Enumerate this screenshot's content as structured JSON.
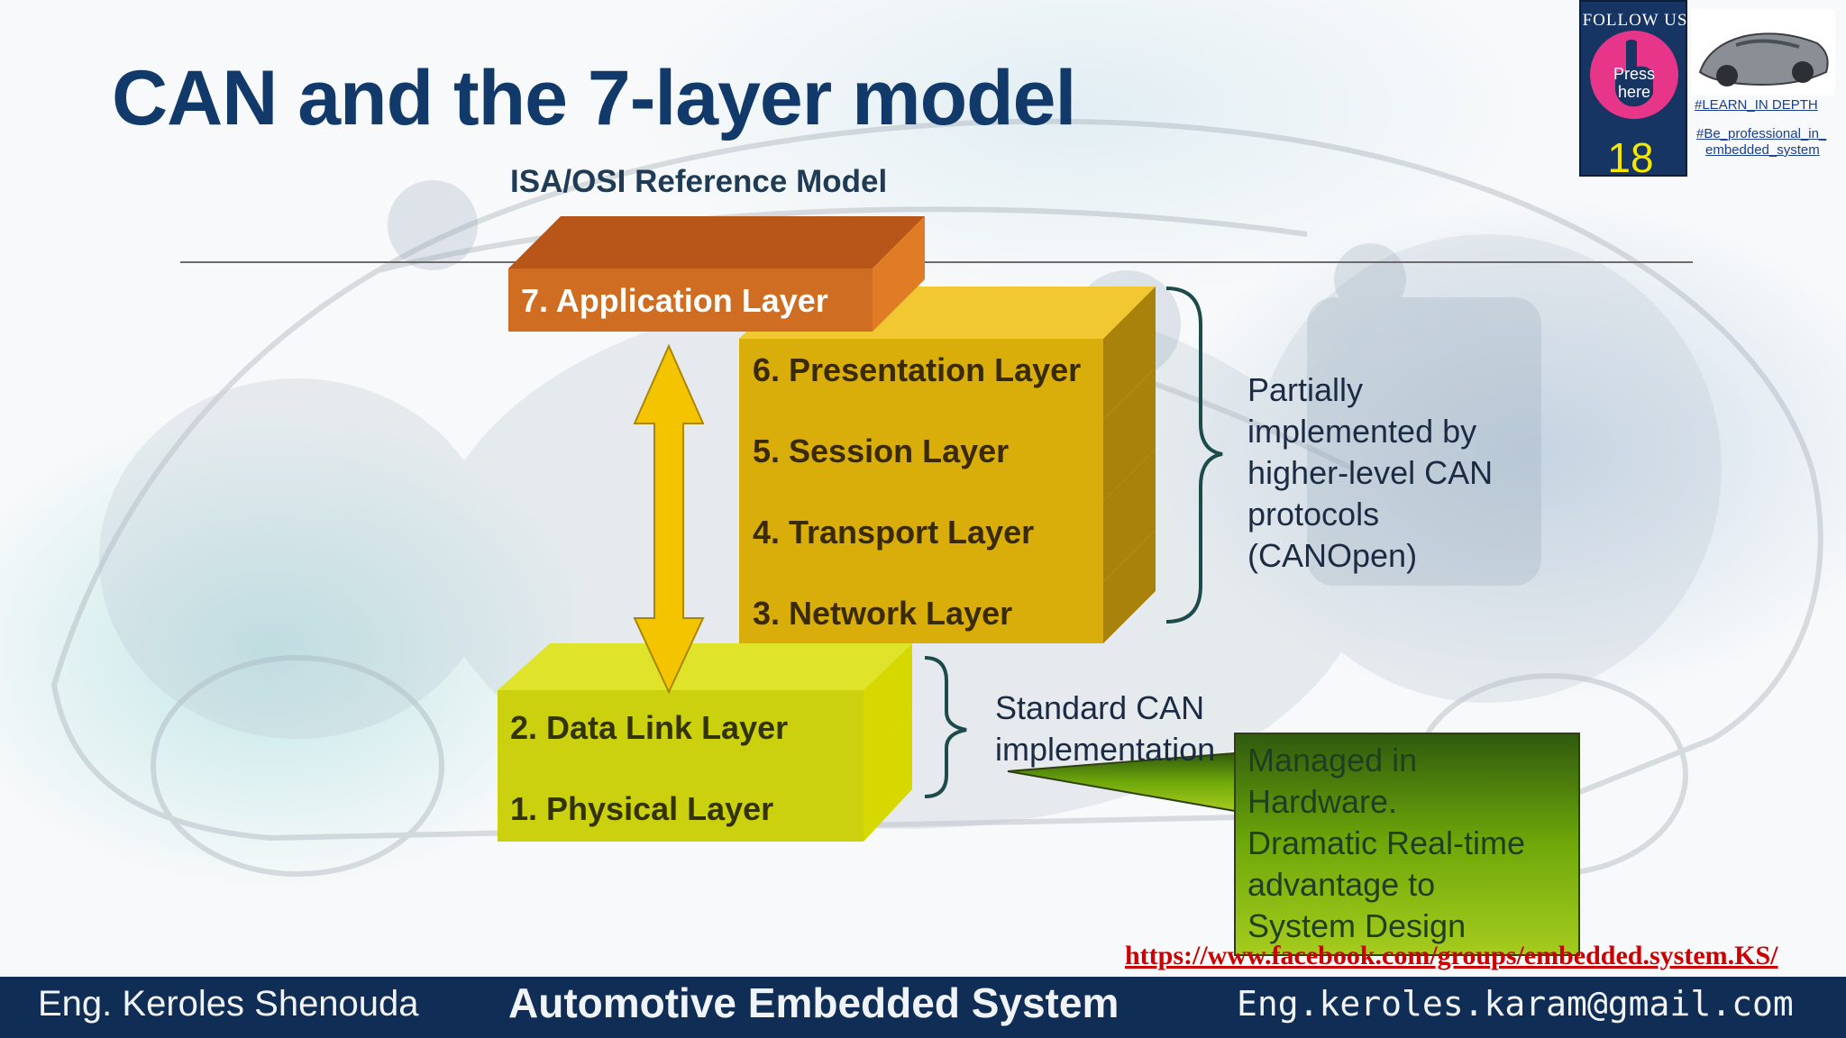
{
  "slide": {
    "title": "CAN and the 7-layer model",
    "subtitle": "ISA/OSI Reference Model"
  },
  "layers": [
    {
      "label": "7. Application Layer",
      "color": "#cf6e22"
    },
    {
      "label": "6. Presentation Layer",
      "color": "#d9ad0a"
    },
    {
      "label": "5. Session Layer",
      "color": "#d9ad0a"
    },
    {
      "label": "4. Transport Layer",
      "color": "#d9ad0a"
    },
    {
      "label": "3. Network Layer",
      "color": "#d9ad0a"
    },
    {
      "label": "2. Data Link Layer",
      "color": "#cbd10e"
    },
    {
      "label": "1. Physical Layer",
      "color": "#cbd10e"
    }
  ],
  "annotations": {
    "partial": [
      "Partially",
      "implemented by",
      "higher-level CAN",
      "protocols",
      "(CANOpen)"
    ],
    "standard": [
      "Standard CAN",
      "implementation"
    ],
    "callout": [
      "Managed in",
      "Hardware.",
      "Dramatic Real-time",
      "advantage to",
      "System Design"
    ]
  },
  "links": {
    "facebook": "https://www.facebook.com/groups/embedded.system.KS/"
  },
  "footer": {
    "left": "Eng. Keroles Shenouda",
    "center": "Automotive Embedded System",
    "right": "Eng.keroles.karam@gmail.com"
  },
  "follow_widget": {
    "label": "FOLLOW US",
    "press": [
      "Press",
      "here"
    ],
    "count": "18",
    "tags": [
      "#LEARN_IN DEPTH",
      "#Be_professional_in_",
      "embedded_system"
    ]
  },
  "colors": {
    "title": "#113a6b",
    "footer_bg": "#0f2d55",
    "arrow": "#f5c400",
    "callout_bg": "#6fa80a",
    "link": "#cc0000"
  }
}
